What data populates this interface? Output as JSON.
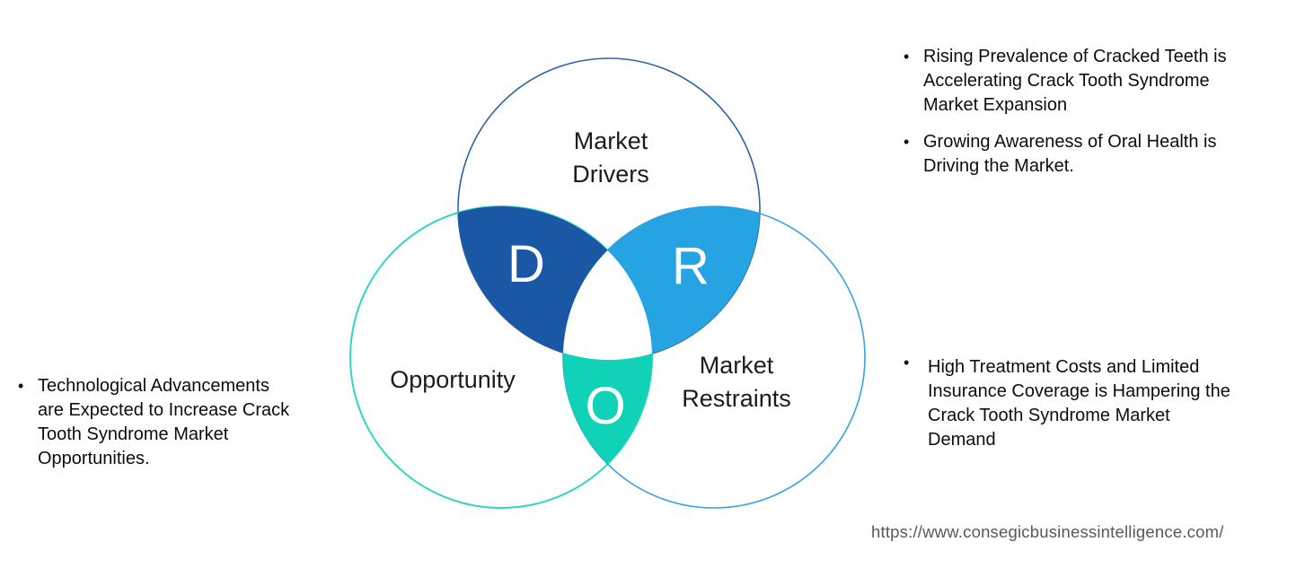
{
  "venn": {
    "top_label": "Market\nDrivers",
    "left_label": "Opportunity",
    "right_label": "Market\nRestraints",
    "letters": {
      "drivers": "D",
      "restraints": "R",
      "opportunity": "O"
    },
    "colors": {
      "drivers_fill": "#1a57a4",
      "restraints_fill": "#25a3e2",
      "opportunity_fill": "#0fd2b6",
      "center_fill": "#ffffff",
      "drivers_outline": "#2e63a6",
      "opportunity_outline": "#30d6c2",
      "restraints_outline": "#3aa2de",
      "letter_color": "#ffffff"
    }
  },
  "bullet_char": "•",
  "left_panel": {
    "bullets": [
      {
        "text": "Technological Advancements\nare Expected to Increase Crack\nTooth Syndrome Market\nOpportunities."
      }
    ]
  },
  "right_top_panel": {
    "bullets": [
      {
        "text": "Rising Prevalence of Cracked Teeth is\nAccelerating Crack Tooth Syndrome\nMarket Expansion"
      },
      {
        "text": "Growing Awareness of Oral Health is\nDriving the Market."
      }
    ]
  },
  "right_bottom_panel": {
    "bullets": [
      {
        "text": "High Treatment Costs and Limited\nInsurance Coverage is Hampering the\nCrack Tooth Syndrome Market\nDemand"
      }
    ]
  },
  "footer": {
    "url": "https://www.consegicbusinessintelligence.com/"
  }
}
